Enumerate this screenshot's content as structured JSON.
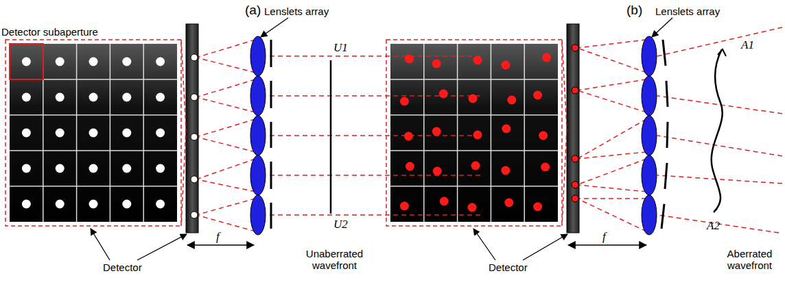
{
  "diagram": {
    "labels": [
      "(a)",
      "Lenslets array",
      "Detector subaperture",
      "U1",
      "U2",
      "Unaberrated wavefront",
      "f",
      "Detector",
      "(b)",
      "Lenslets array",
      "A1",
      "A2",
      "Aberrated wavefront",
      "f",
      "Detector"
    ]
  }
}
